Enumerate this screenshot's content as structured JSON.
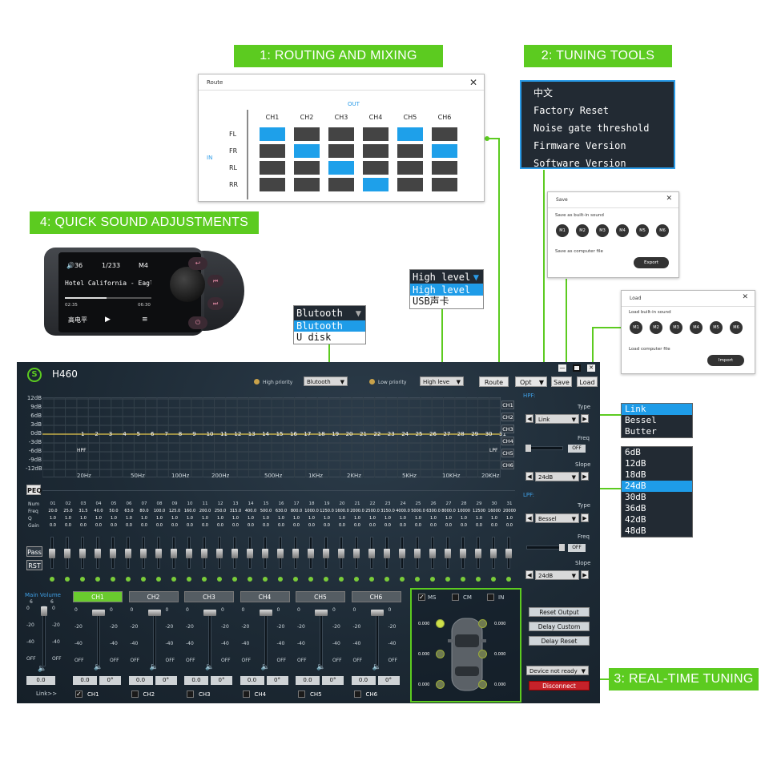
{
  "labels": {
    "routing": "1: ROUTING AND MIXING",
    "tools": "2: TUNING TOOLS",
    "quick": "4: QUICK SOUND ADJUSTMENTS",
    "realtime": "3: REAL-TIME TUNING"
  },
  "route": {
    "title": "Route",
    "out": "OUT",
    "in": "IN",
    "cols": [
      "CH1",
      "CH2",
      "CH3",
      "CH4",
      "CH5",
      "CH6"
    ],
    "rows": [
      "FL",
      "FR",
      "RL",
      "RR"
    ]
  },
  "optmenu": [
    "中文",
    "Factory Reset",
    "Noise gate threshold",
    "Firmware Version",
    "Software Version"
  ],
  "save": {
    "title": "Save",
    "builtin": "Save as built-in sound",
    "computer": "Save as computer file",
    "slots": [
      "M1",
      "M2",
      "M3",
      "M4",
      "M5",
      "M6"
    ],
    "button": "Export"
  },
  "load": {
    "title": "Load",
    "builtin": "Load built-in sound",
    "computer": "Load computer file",
    "slots": [
      "M1",
      "M2",
      "M3",
      "M4",
      "M5",
      "M6"
    ],
    "button": "Import"
  },
  "highlev": {
    "selected": "High level",
    "options": [
      "High level",
      "USB声卡"
    ]
  },
  "blue": {
    "selected": "Blutooth",
    "options": [
      "Blutooth",
      "U disk"
    ]
  },
  "device": {
    "vol": "36",
    "track": "1/233",
    "mode": "M4",
    "song": "Hotel California - Eagles",
    "tstart": "02:35",
    "tend": "06:30",
    "bottom": "高电平"
  },
  "app": {
    "title": "H460",
    "high_priority": "High priority",
    "high_value": "Blutooth",
    "low_priority": "Low priority",
    "low_value": "High leve",
    "route": "Route",
    "opt": "Opt",
    "save": "Save",
    "load": "Load"
  },
  "graph": {
    "ylabels": [
      "12dB",
      "9dB",
      "6dB",
      "3dB",
      "0dB",
      "-3dB",
      "-6dB",
      "-9dB",
      "-12dB"
    ],
    "bandnums": [
      "1",
      "2",
      "3",
      "4",
      "5",
      "6",
      "7",
      "8",
      "9",
      "10",
      "11",
      "12",
      "13",
      "14",
      "15",
      "16",
      "17",
      "18",
      "19",
      "20",
      "21",
      "22",
      "23",
      "24",
      "25",
      "26",
      "27",
      "28",
      "29",
      "30",
      "31"
    ],
    "freqlabels": [
      "20Hz",
      "50Hz",
      "100Hz",
      "200Hz",
      "500Hz",
      "1KHz",
      "2KHz",
      "5KHz",
      "10KHz",
      "20KHz"
    ],
    "hpf": "HPF",
    "lpf": "LPF",
    "chtags": [
      "CH1",
      "CH2",
      "CH3",
      "CH4",
      "CH5",
      "CH6"
    ]
  },
  "peq": {
    "btn": "PEQ",
    "pass": "Pass",
    "rst": "RST",
    "rowlabels": [
      "Num",
      "Freq",
      "Q",
      "Gain"
    ],
    "nums": [
      "01",
      "02",
      "03",
      "04",
      "05",
      "06",
      "07",
      "08",
      "09",
      "10",
      "11",
      "12",
      "13",
      "14",
      "15",
      "16",
      "17",
      "18",
      "19",
      "20",
      "21",
      "22",
      "23",
      "24",
      "25",
      "26",
      "27",
      "28",
      "29",
      "30",
      "31"
    ],
    "freqs": [
      "20.0",
      "25.0",
      "31.5",
      "40.0",
      "50.0",
      "63.0",
      "80.0",
      "100.0",
      "125.0",
      "160.0",
      "200.0",
      "250.0",
      "315.0",
      "400.0",
      "500.0",
      "630.0",
      "800.0",
      "1000.0",
      "1250.0",
      "1600.0",
      "2000.0",
      "2500.0",
      "3150.0",
      "4000.0",
      "5000.0",
      "6300.0",
      "8000.0",
      "10000",
      "12500",
      "16000",
      "20000"
    ],
    "q": "1.0",
    "gain": "0.0"
  },
  "filters": {
    "hpf": "HPF:",
    "lpf": "LPF:",
    "type": "Type",
    "freq": "Freq",
    "slope": "Slope",
    "hpf_type": "Link",
    "lpf_type": "Bessel",
    "hpf_slope": "24dB",
    "lpf_slope": "24dB",
    "off": "OFF"
  },
  "typelist": {
    "options": [
      "Link",
      "Bessel",
      "Butter"
    ],
    "selected": 0
  },
  "slopelist": {
    "options": [
      "6dB",
      "12dB",
      "18dB",
      "24dB",
      "30dB",
      "36dB",
      "42dB",
      "48dB"
    ],
    "selected": 3
  },
  "mixer": {
    "mainvol": "Main Volume",
    "six": "6",
    "ticks": [
      "0",
      "-20",
      "-40",
      "OFF"
    ],
    "chs": [
      "CH1",
      "CH2",
      "CH3",
      "CH4",
      "CH5",
      "CH6"
    ],
    "val": "0.0",
    "deg": "0°",
    "link": "Link>>"
  },
  "speakers": {
    "ms": "MS",
    "cm": "CM",
    "in": "IN",
    "val": "0.000"
  },
  "rightbtns": {
    "reset": "Reset Output",
    "custom": "Delay Custom",
    "delay": "Delay Reset",
    "device": "Device not ready",
    "disconnect": "Disconnect"
  }
}
